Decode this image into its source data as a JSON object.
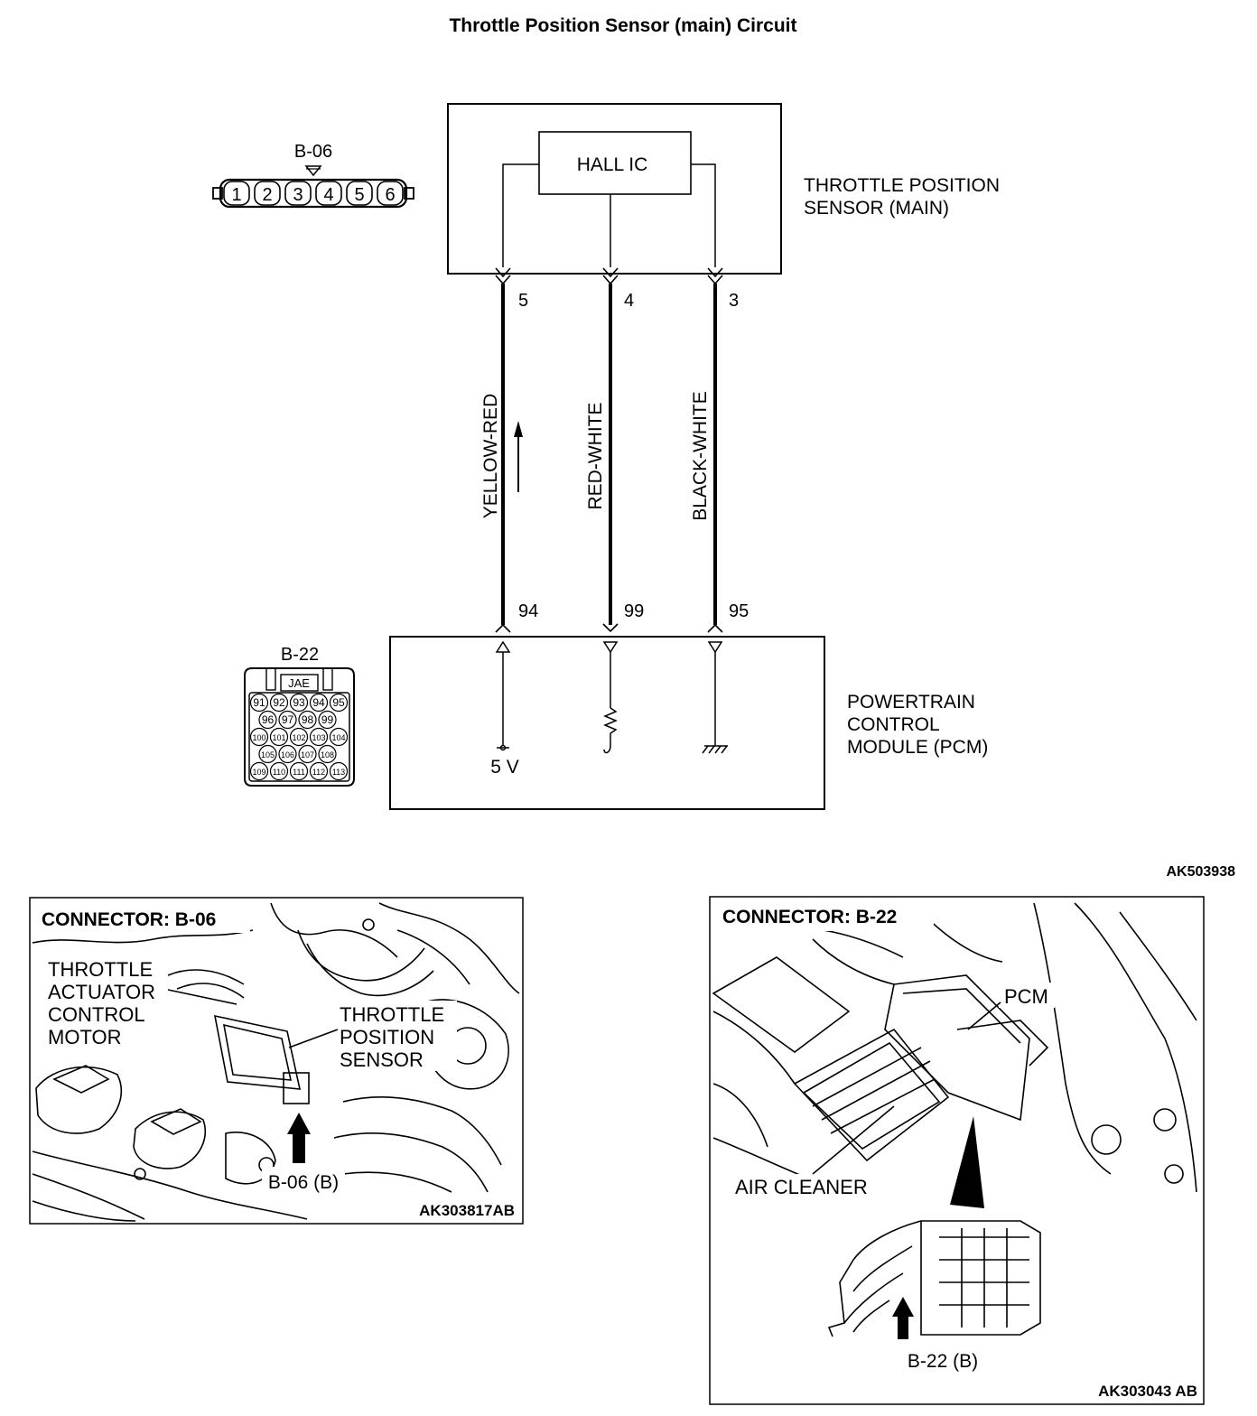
{
  "title": "Throttle Position Sensor (main) Circuit",
  "diagram_id": "AK503938",
  "sensor": {
    "name_line1": "THROTTLE POSITION",
    "name_line2": "SENSOR (MAIN)",
    "ic_label": "HALL IC"
  },
  "pcm": {
    "name_line1": "POWERTRAIN",
    "name_line2": "CONTROL",
    "name_line3": "MODULE (PCM)",
    "supply_label": "5 V"
  },
  "connector_b06": {
    "label": "B-06",
    "pins": [
      "1",
      "2",
      "3",
      "4",
      "5",
      "6"
    ]
  },
  "connector_b22": {
    "label": "B-22",
    "brand": "JAE",
    "rows": [
      [
        "91",
        "92",
        "93",
        "94",
        "95"
      ],
      [
        "96",
        "97",
        "98",
        "99"
      ],
      [
        "100",
        "101",
        "102",
        "103",
        "104"
      ],
      [
        "105",
        "106",
        "107",
        "108"
      ],
      [
        "109",
        "110",
        "111",
        "112",
        "113"
      ]
    ]
  },
  "wires": [
    {
      "color": "YELLOW-RED",
      "sensor_pin": "5",
      "pcm_pin": "94"
    },
    {
      "color": "RED-WHITE",
      "sensor_pin": "4",
      "pcm_pin": "99"
    },
    {
      "color": "BLACK-WHITE",
      "sensor_pin": "3",
      "pcm_pin": "95"
    }
  ],
  "photo_b06": {
    "header": "CONNECTOR: B-06",
    "actuator_line1": "THROTTLE",
    "actuator_line2": "ACTUATOR",
    "actuator_line3": "CONTROL",
    "actuator_line4": "MOTOR",
    "sensor_line1": "THROTTLE",
    "sensor_line2": "POSITION",
    "sensor_line3": "SENSOR",
    "connector_label": "B-06 (B)",
    "image_id": "AK303817AB"
  },
  "photo_b22": {
    "header": "CONNECTOR: B-22",
    "pcm_label": "PCM",
    "air_cleaner_label": "AIR CLEANER",
    "connector_label": "B-22 (B)",
    "image_id": "AK303043 AB"
  }
}
